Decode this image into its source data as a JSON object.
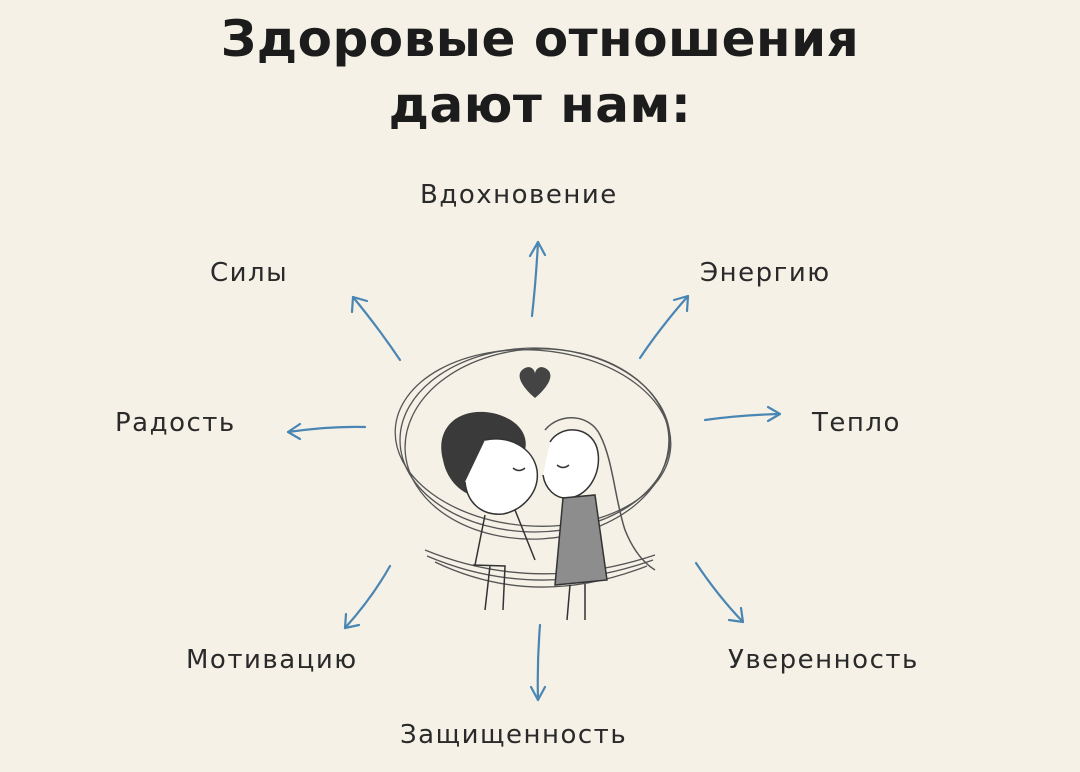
{
  "title": {
    "line1": "Здоровые отношения",
    "line2": "дают нам:"
  },
  "benefits": {
    "inspiration": "Вдохновение",
    "strength": "Силы",
    "energy": "Энергию",
    "joy": "Радость",
    "warmth": "Тепло",
    "motivation": "Мотивацию",
    "confidence": "Уверенность",
    "security": "Защищенность"
  },
  "colors": {
    "background": "#f5f1e7",
    "arrow": "#4a86b3",
    "ink": "#1f1f1f"
  }
}
